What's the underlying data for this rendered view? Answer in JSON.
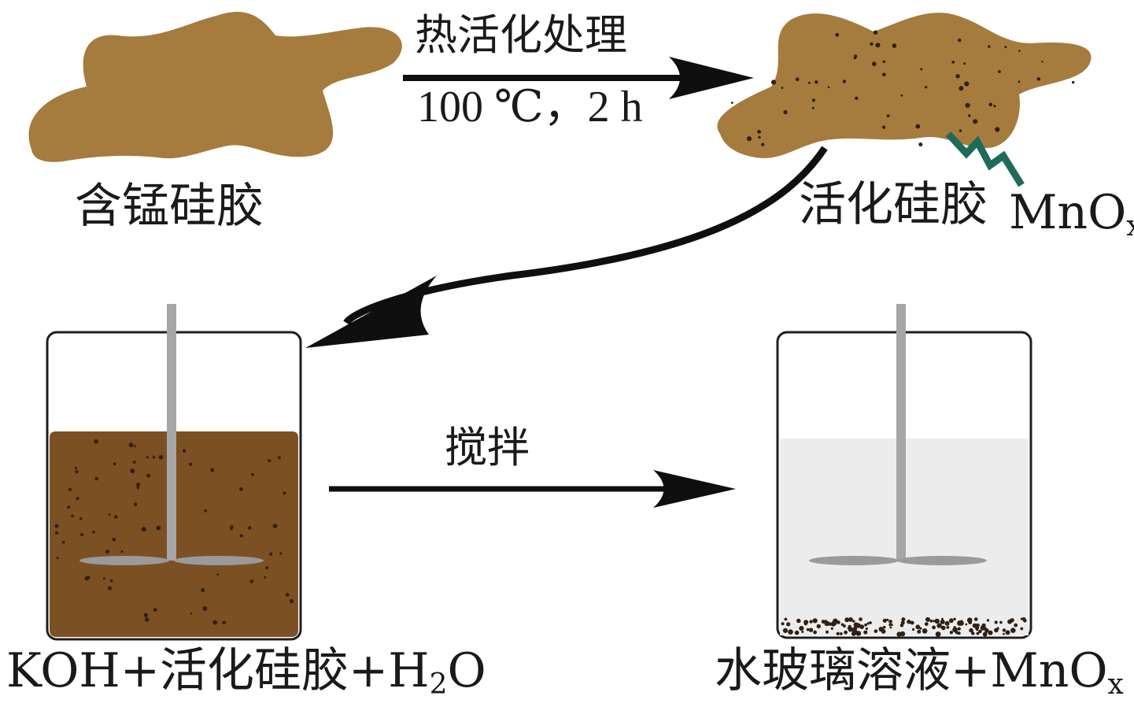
{
  "labels": {
    "raw_gel": "含锰硅胶",
    "heat_process": "热活化处理",
    "heat_condition": "100 ℃，2 h",
    "activated_gel": "活化硅胶",
    "mnox": {
      "main": "MnO",
      "sub": "x"
    },
    "stir": "搅拌",
    "left_beaker": {
      "part1": "KOH+活化硅胶+H",
      "sub": "2",
      "part2": "O"
    },
    "right_beaker": {
      "part1": "水玻璃溶液+MnO",
      "sub": "x"
    }
  },
  "colors": {
    "gel_brown": "#a57c3e",
    "slurry_brown": "#7b5023",
    "speckle_dark": "#2f1f14",
    "liquid_light": "#ececec",
    "stirrer_gray": "#a6a6a6",
    "blade_gray": "#9a9a9a",
    "highlight_teal": "#1e6b5c",
    "arrow_black": "#0f0f0f"
  },
  "icons": {
    "raw_gel": "brown-blob-shape",
    "activated_gel": "speckled-brown-blob-shape",
    "mnox_marker": "zigzag-lightning-icon",
    "left_beaker": "beaker-with-stirrer",
    "right_beaker": "beaker-with-stirrer"
  }
}
